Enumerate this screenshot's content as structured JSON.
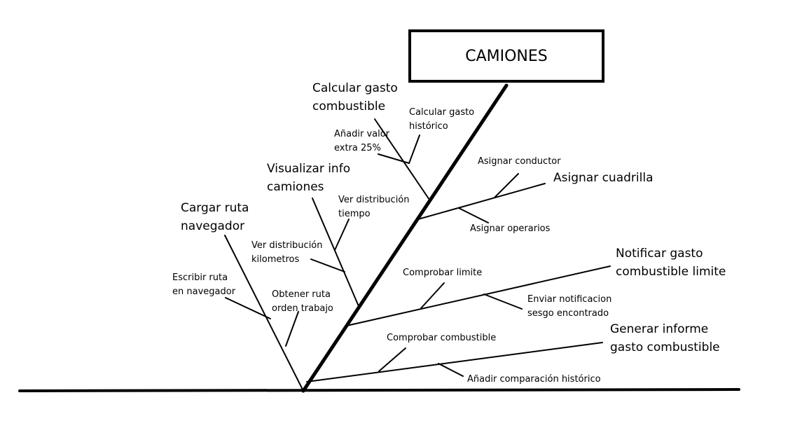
{
  "root": "CAMIONES",
  "branches": [
    {
      "label": "Calcular gasto\ncombustible",
      "subs": [
        "Añadir valor\nextra 25%",
        "Calcular gasto\nhistórico"
      ]
    },
    {
      "label": "Asignar cuadrilla",
      "subs": [
        "Asignar conductor",
        "Asignar operarios"
      ]
    },
    {
      "label": "Visualizar info\ncamiones",
      "subs": [
        "Ver distribución\ntiempo",
        "Ver distribución\nkilometros"
      ]
    },
    {
      "label": "Cargar ruta\nnavegador",
      "subs": [
        "Escribir ruta\nen navegador",
        "Obtener ruta\norden trabajo"
      ]
    },
    {
      "label": "Notificar gasto\ncombustible limite",
      "subs": [
        "Comprobar limite",
        "Enviar notificacion\nsesgo encontrado"
      ]
    },
    {
      "label": "Generar informe\ngasto combustible",
      "subs": [
        "Comprobar combustible",
        "Añadir comparación histórico"
      ]
    }
  ]
}
